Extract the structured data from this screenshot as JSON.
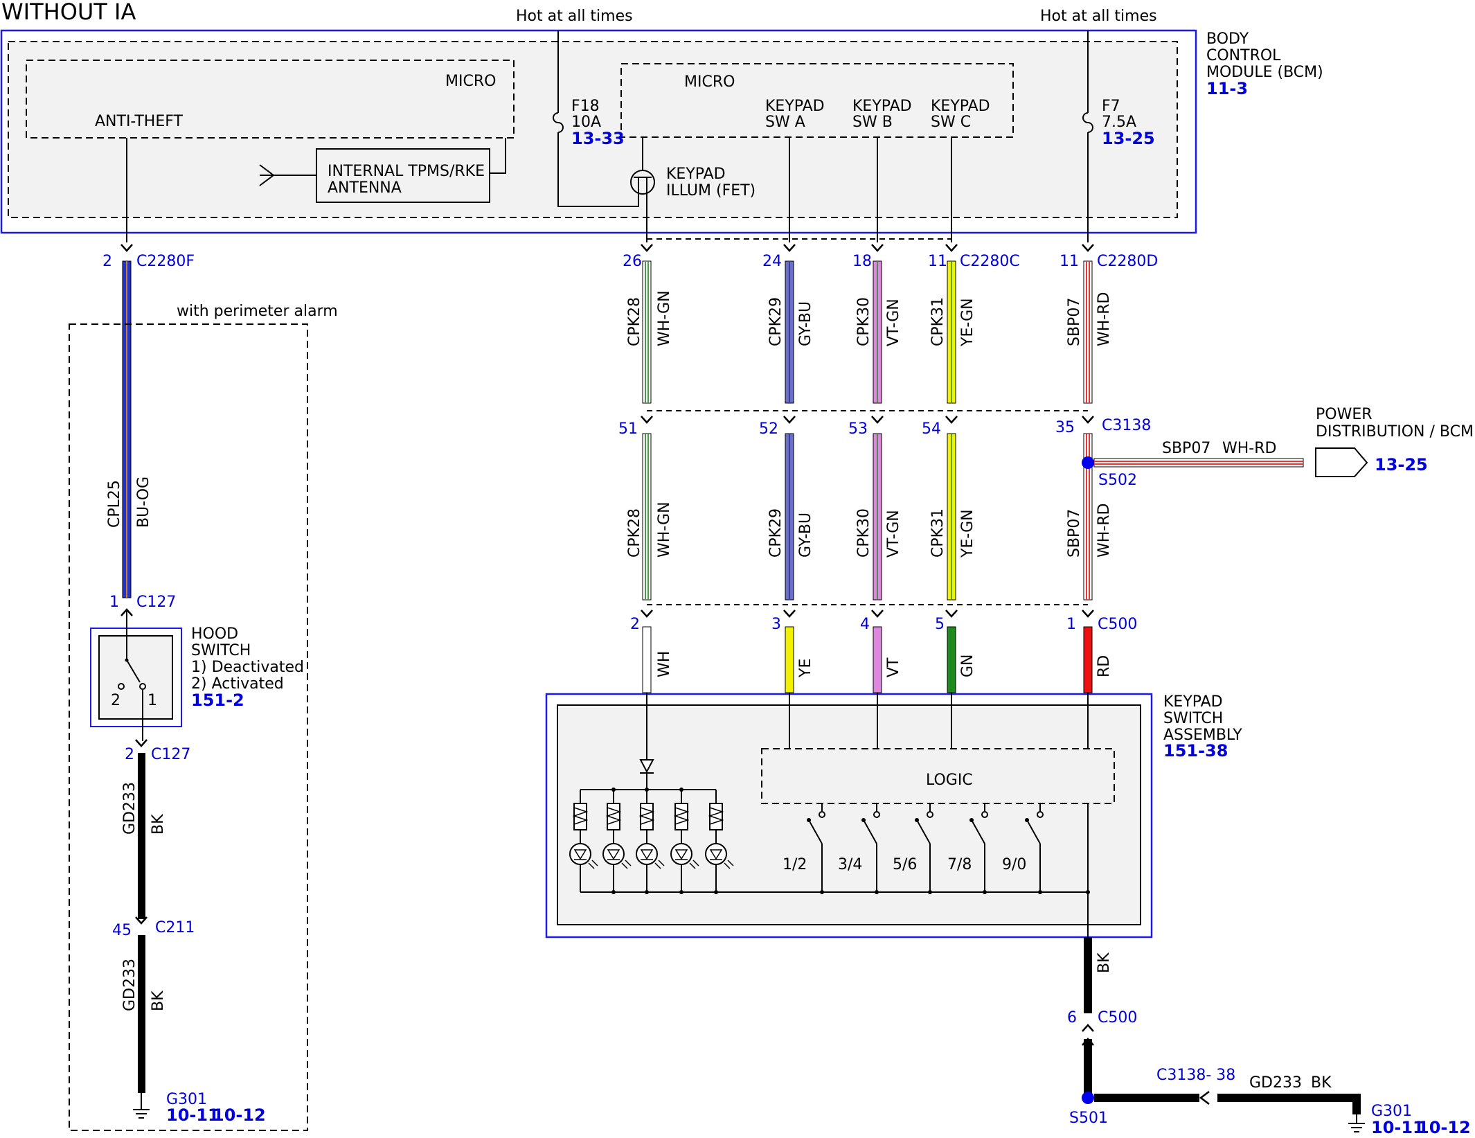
{
  "title": "WITHOUT IA",
  "hot_labels": [
    "Hot at all times",
    "Hot at all times"
  ],
  "bcm": {
    "name": [
      "BODY",
      "CONTROL",
      "MODULE (BCM)"
    ],
    "ref": "11-3"
  },
  "micro_left": {
    "label": "MICRO",
    "anti_theft": "ANTI-THEFT"
  },
  "antenna": [
    "INTERNAL TPMS/RKE",
    "ANTENNA"
  ],
  "micro_right": {
    "label": "MICRO",
    "keypad_sw": [
      [
        "KEYPAD",
        "SW A"
      ],
      [
        "KEYPAD",
        "SW B"
      ],
      [
        "KEYPAD",
        "SW C"
      ]
    ]
  },
  "fuses": [
    {
      "name": "F18",
      "rating": "10A",
      "ref": "13-33"
    },
    {
      "name": "F7",
      "rating": "7.5A",
      "ref": "13-25"
    }
  ],
  "keypad_illum": [
    "KEYPAD",
    "ILLUM (FET)"
  ],
  "connectors": {
    "c2280f": {
      "pin": "2",
      "name": "C2280F"
    },
    "c2280c": {
      "name": "C2280C",
      "pins": [
        "26",
        "24",
        "18",
        "11"
      ]
    },
    "c2280d": {
      "pin": "11",
      "name": "C2280D"
    },
    "c3138": {
      "name": "C3138",
      "pins": [
        "51",
        "52",
        "53",
        "54",
        "35"
      ]
    },
    "c500_top": {
      "name": "C500",
      "pins": [
        "2",
        "3",
        "4",
        "5",
        "1"
      ]
    },
    "c127_top": {
      "pin": "1",
      "name": "C127"
    },
    "c127_bot": {
      "pin": "2",
      "name": "C127"
    },
    "c211": {
      "pin": "45",
      "name": "C211"
    },
    "c500_bot": {
      "pin": "6",
      "name": "C500"
    }
  },
  "perimeter_label": "with perimeter alarm",
  "circuits_upper": [
    {
      "circuit": "CPK28",
      "color": "WH-GN"
    },
    {
      "circuit": "CPK29",
      "color": "GY-BU"
    },
    {
      "circuit": "CPK30",
      "color": "VT-GN"
    },
    {
      "circuit": "CPK31",
      "color": "YE-GN"
    },
    {
      "circuit": "SBP07",
      "color": "WH-RD"
    }
  ],
  "circuits_middle": [
    {
      "circuit": "CPK28",
      "color": "WH-GN"
    },
    {
      "circuit": "CPK29",
      "color": "GY-BU"
    },
    {
      "circuit": "CPK30",
      "color": "VT-GN"
    },
    {
      "circuit": "CPK31",
      "color": "YE-GN"
    },
    {
      "circuit": "SBP07",
      "color": "WH-RD"
    }
  ],
  "wire_colors_lower": [
    "WH",
    "YE",
    "VT",
    "GN",
    "RD"
  ],
  "left_circuits": [
    {
      "circuit": "CPL25",
      "color": "BU-OG"
    },
    {
      "circuit": "GD233",
      "color": "BK"
    },
    {
      "circuit": "GD233",
      "color": "BK"
    }
  ],
  "hood_switch": {
    "name": [
      "HOOD",
      "SWITCH"
    ],
    "states": [
      "1) Deactivated",
      "2) Activated"
    ],
    "ref": "151-2",
    "pos": [
      "2",
      "1"
    ]
  },
  "splices": {
    "s502": "S502",
    "s501": "S501"
  },
  "power_dist": {
    "label": [
      "POWER",
      "DISTRIBUTION / BCM"
    ],
    "ref": "13-25",
    "circuit": "SBP07",
    "color": "WH-RD"
  },
  "keypad_assembly": {
    "name": [
      "KEYPAD",
      "SWITCH",
      "ASSEMBLY"
    ],
    "ref": "151-38",
    "logic": "LOGIC",
    "buttons": [
      "1/2",
      "3/4",
      "5/6",
      "7/8",
      "9/0"
    ]
  },
  "ground_wire_lower": "BK",
  "c3138_38": "C3138- 38",
  "gd233_bottom": {
    "circuit": "GD233",
    "color": "BK"
  },
  "grounds": [
    {
      "name": "G301",
      "refs": [
        "10-11",
        "10-12"
      ]
    },
    {
      "name": "G301",
      "refs": [
        "10-11",
        "10-12"
      ]
    }
  ],
  "colors": {
    "bcm_border": "#1a1aee",
    "label_blue": "#0000dd",
    "wire_bu": "#2233cc",
    "wire_gy_bu": "#6a70c8",
    "wire_vt": "#dd88dd",
    "wire_ye": "#f2f200",
    "wire_gn": "#1e8a1e",
    "wire_rd": "#ee1111",
    "wire_wh_rd": "#ee3333",
    "wire_wh_gn": "#4a9a4a",
    "panel_fill": "#f2f2f2"
  }
}
